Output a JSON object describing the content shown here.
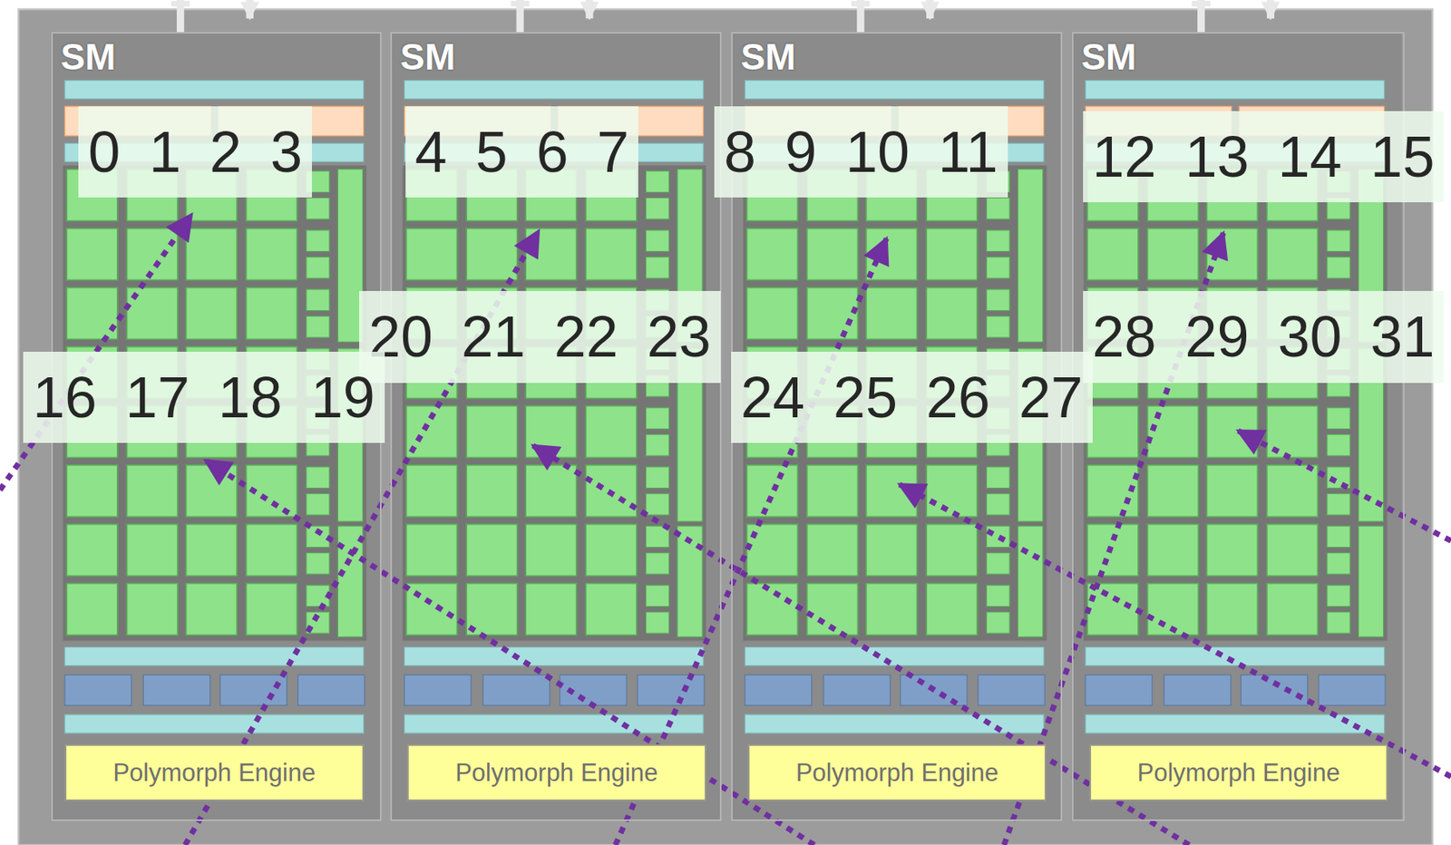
{
  "diagram": {
    "nodes": [
      {
        "text": [
          "SM"
        ]
      },
      {
        "text": [
          "Polymorph Engine"
        ],
        "in": 0
      },
      {
        "text": [
          "SM"
        ]
      },
      {
        "text": [
          "Polymorph Engine"
        ],
        "in": 2
      },
      {
        "text": [
          "SM"
        ]
      },
      {
        "text": [
          "Polymorph Engine"
        ],
        "in": 4
      },
      {
        "text": [
          "SM"
        ]
      },
      {
        "text": [
          "Polymorph Engine"
        ],
        "in": 6
      },
      {
        "text": [
          "0 1 2 3"
        ]
      },
      {
        "text": [
          "4 5 6 7"
        ]
      },
      {
        "text": [
          "8 9 10 11"
        ]
      },
      {
        "text": [
          "12 13 14 15"
        ]
      },
      {
        "text": [
          "20 21 22 23"
        ]
      },
      {
        "text": [
          "28 29 30 31"
        ]
      },
      {
        "text": [
          "16 17 18 19"
        ]
      },
      {
        "text": [
          "24 25 26 27"
        ]
      }
    ]
  }
}
